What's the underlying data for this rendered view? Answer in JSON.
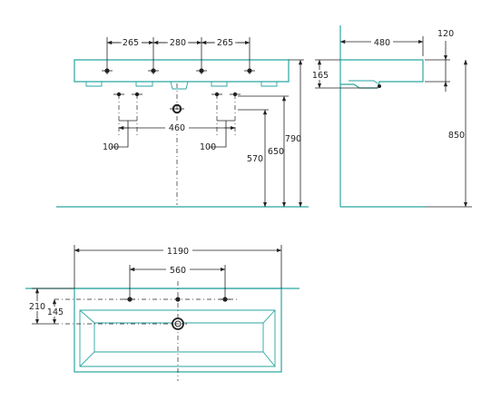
{
  "front_view": {
    "top_spacing": [
      "265",
      "280",
      "265"
    ],
    "inner_width": "460",
    "left_offset": "100",
    "right_offset": "100",
    "height_570": "570",
    "height_650": "650",
    "height_790": "790"
  },
  "side_view": {
    "depth": "480",
    "thickness": "120",
    "bowl": "165",
    "total_height": "850"
  },
  "top_view": {
    "total_width": "1190",
    "hole_spacing": "560",
    "depth_210": "210",
    "depth_145": "145"
  },
  "colors": {
    "outline": "#2aa6a0",
    "dimension": "#222222"
  }
}
